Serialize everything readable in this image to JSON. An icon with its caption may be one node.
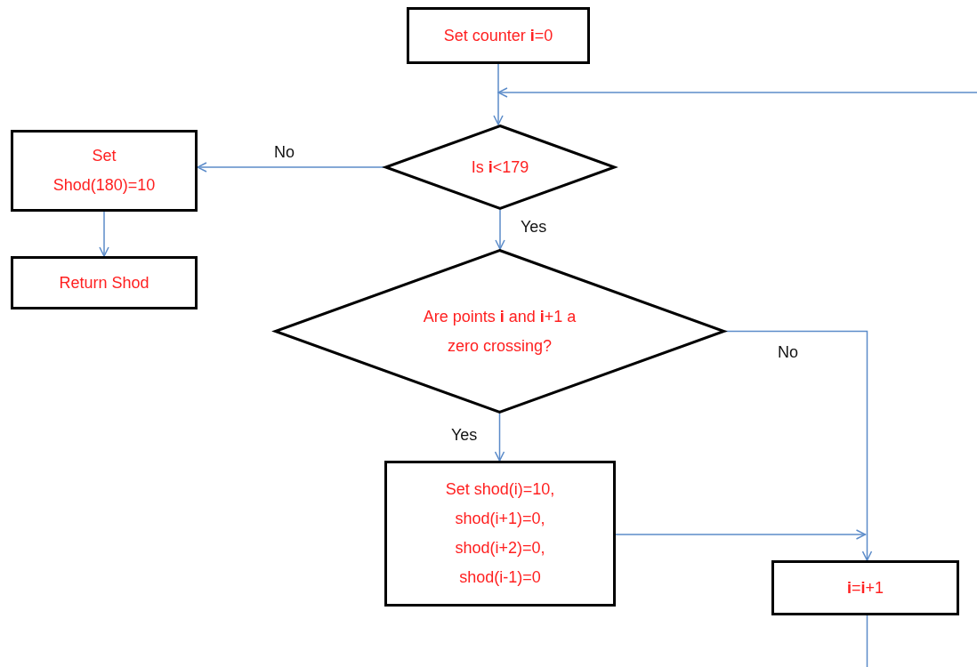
{
  "diagram": {
    "nodes": [
      {
        "text": [
          "Set counter **i**=0"
        ]
      },
      {
        "text": [
          "Is **i**<179"
        ]
      },
      {
        "text": [
          "Set Shod(180)=10"
        ]
      },
      {
        "text": [
          "Return Shod"
        ]
      },
      {
        "text": [
          "Are points **i** and **i**+1 a zero crossing?"
        ]
      },
      {
        "text": [
          "Set shod(i)=10, shod(i+1)=0, shod(i+2)=0, shod(i-1)=0"
        ]
      },
      {
        "text": [
          "**i**=**i**+1"
        ]
      }
    ],
    "edges": [
      {
        "from": 0,
        "to": 1,
        "arrow": "to"
      },
      {
        "from": 1,
        "to": 2,
        "arrow": "to",
        "label": "No"
      },
      {
        "from": 2,
        "to": 3,
        "arrow": "to"
      },
      {
        "from": 1,
        "to": 4,
        "arrow": "to",
        "label": "Yes"
      },
      {
        "from": 4,
        "to": 6,
        "arrow": "to",
        "label": "No"
      },
      {
        "from": 4,
        "to": 5,
        "arrow": "to",
        "label": "Yes"
      },
      {
        "from": 5,
        "to": 6,
        "arrow": "to"
      },
      {
        "from": 6,
        "to": null,
        "arrow": "none"
      },
      {
        "from": null,
        "to": 1,
        "arrow": "to"
      }
    ]
  }
}
